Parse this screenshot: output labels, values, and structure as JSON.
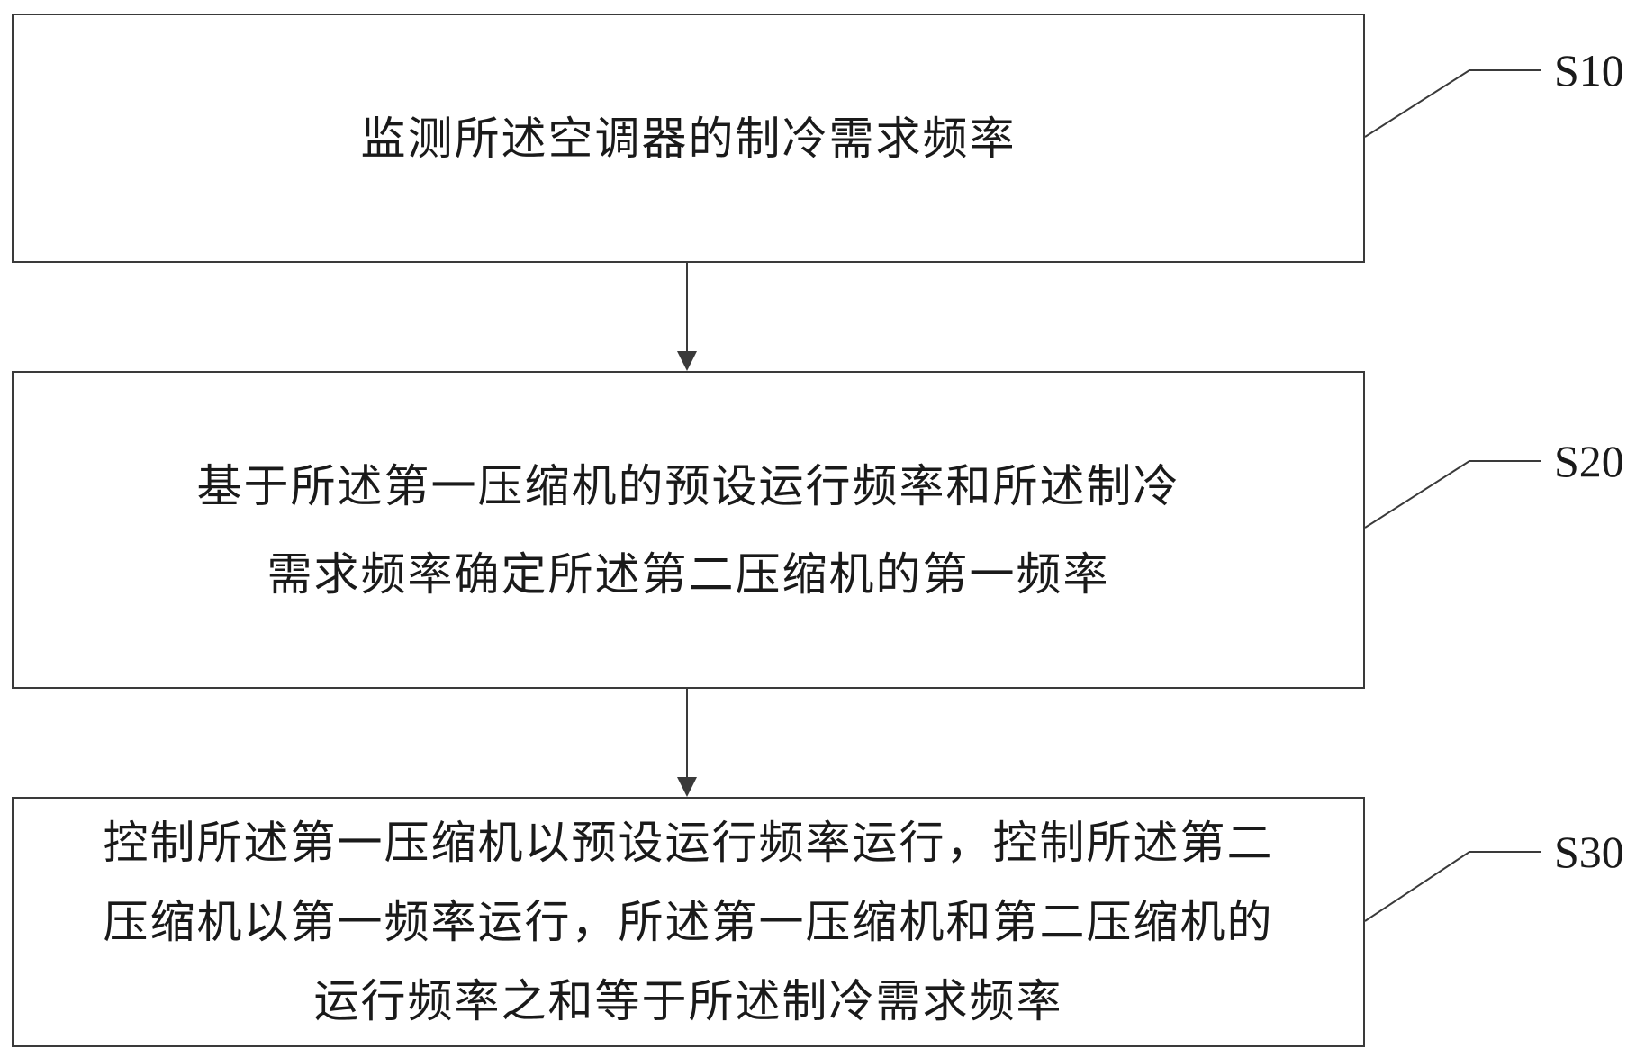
{
  "steps": [
    {
      "label": "S10",
      "lines": [
        "监测所述空调器的制冷需求频率"
      ]
    },
    {
      "label": "S20",
      "lines": [
        "基于所述第一压缩机的预设运行频率和所述制冷",
        "需求频率确定所述第二压缩机的第一频率"
      ]
    },
    {
      "label": "S30",
      "lines": [
        "控制所述第一压缩机以预设运行频率运行，控制所述第二",
        "压缩机以第一频率运行，所述第一压缩机和第二压缩机的",
        "运行频率之和等于所述制冷需求频率"
      ]
    }
  ],
  "colors": {
    "stroke": "#3a3a3a",
    "text": "#1a1a1a",
    "background": "#ffffff"
  }
}
